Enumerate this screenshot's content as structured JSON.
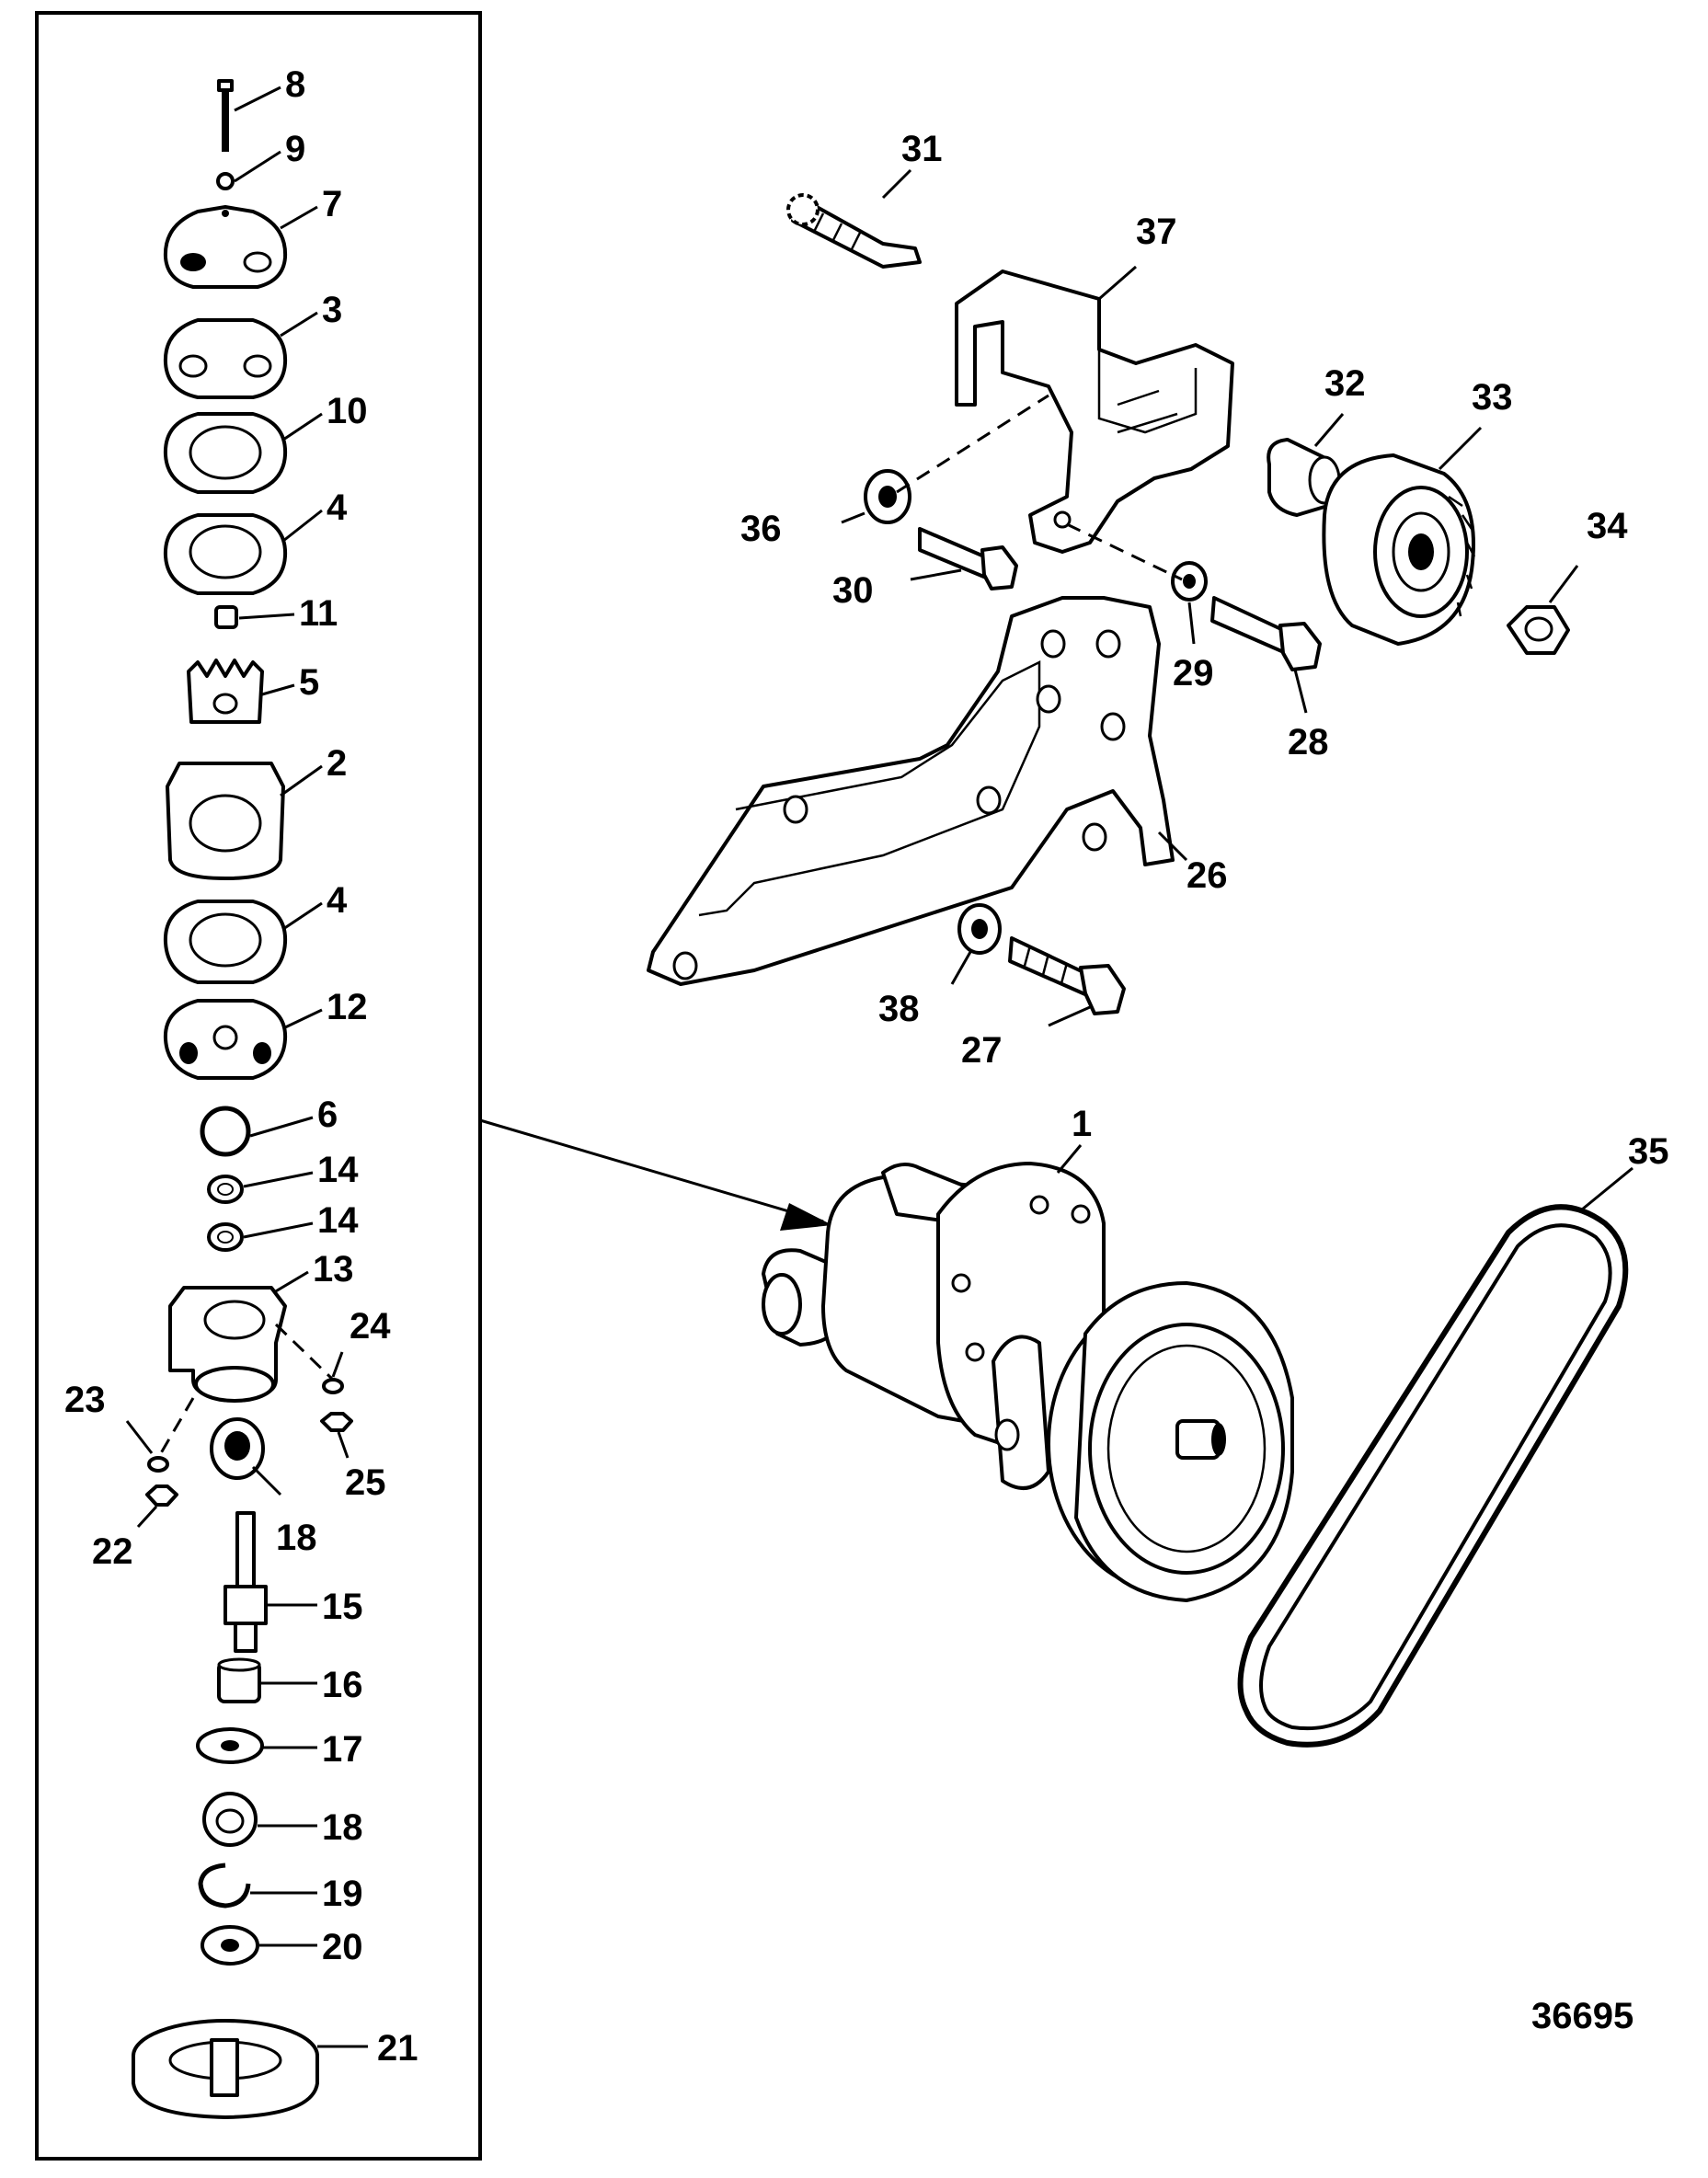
{
  "diagram": {
    "figure_number": "36695",
    "callouts": {
      "c1": "1",
      "c2": "2",
      "c3": "3",
      "c4a": "4",
      "c4b": "4",
      "c5": "5",
      "c6": "6",
      "c7": "7",
      "c8": "8",
      "c9": "9",
      "c10": "10",
      "c11": "11",
      "c12": "12",
      "c13": "13",
      "c14a": "14",
      "c14b": "14",
      "c15": "15",
      "c16": "16",
      "c17": "17",
      "c18a": "18",
      "c18b": "18",
      "c19": "19",
      "c20": "20",
      "c21": "21",
      "c22": "22",
      "c23": "23",
      "c24": "24",
      "c25": "25",
      "c26": "26",
      "c27": "27",
      "c28": "28",
      "c29": "29",
      "c30": "30",
      "c31": "31",
      "c32": "32",
      "c33": "33",
      "c34": "34",
      "c35": "35",
      "c36": "36",
      "c37": "37",
      "c38": "38"
    }
  }
}
